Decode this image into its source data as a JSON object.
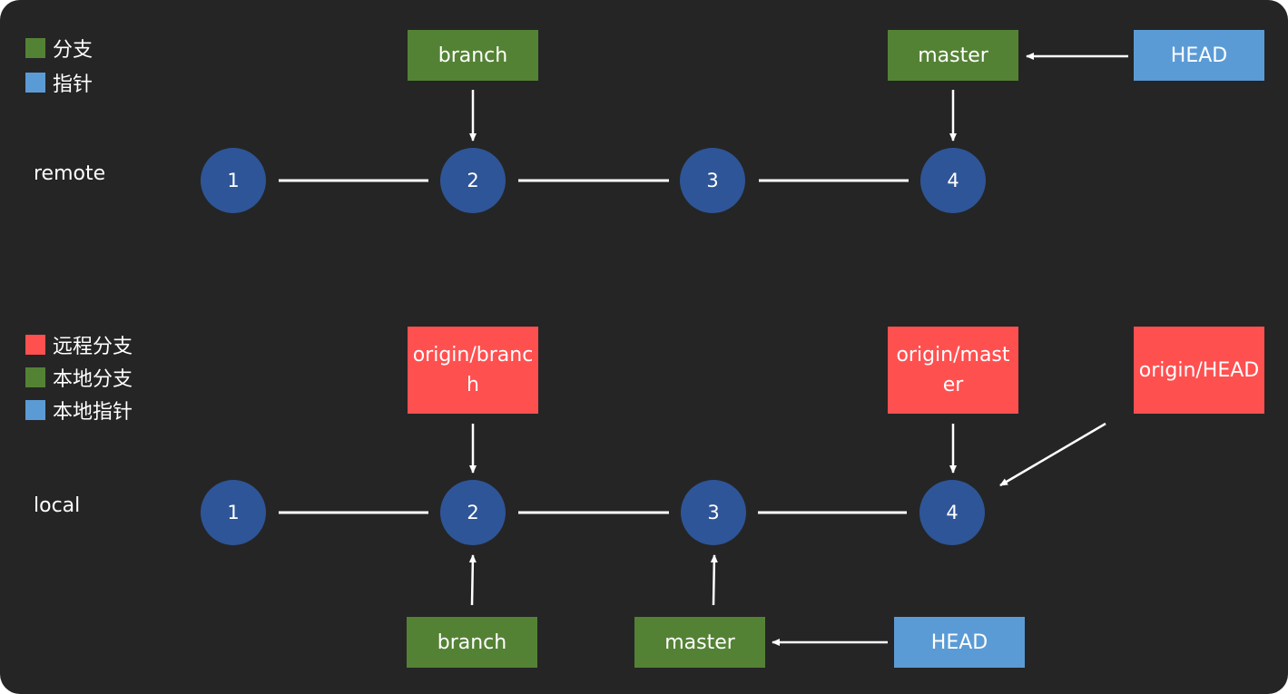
{
  "colors": {
    "background": "#252525",
    "commit": "#2e5597",
    "branch": "#548235",
    "pointer": "#5b9bd5",
    "remote_branch": "#ff5050",
    "line": "#ffffff"
  },
  "legend_top": [
    {
      "label": "分支",
      "color": "#548235"
    },
    {
      "label": "指针",
      "color": "#5b9bd5"
    }
  ],
  "legend_bottom": [
    {
      "label": "远程分支",
      "color": "#ff5050"
    },
    {
      "label": "本地分支",
      "color": "#548235"
    },
    {
      "label": "本地指针",
      "color": "#5b9bd5"
    }
  ],
  "remote": {
    "label": "remote",
    "commits": [
      "1",
      "2",
      "3",
      "4"
    ],
    "refs": {
      "branch": "branch",
      "master": "master",
      "head": "HEAD"
    }
  },
  "local": {
    "label": "local",
    "commits": [
      "1",
      "2",
      "3",
      "4"
    ],
    "remote_refs": {
      "origin_branch": "origin/branch",
      "origin_master": "origin/master",
      "origin_head": "origin/HEAD"
    },
    "refs": {
      "branch": "branch",
      "master": "master",
      "head": "HEAD"
    }
  }
}
